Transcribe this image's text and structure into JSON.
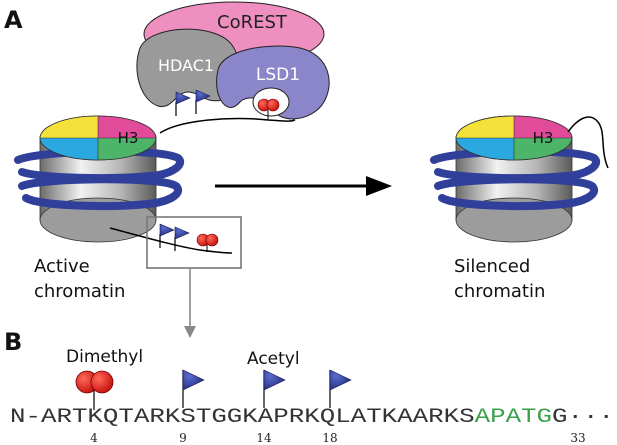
{
  "panel_a": {
    "label": "A",
    "complex": {
      "corest": "CoREST",
      "hdac1": "HDAC1",
      "lsd1": "LSD1"
    },
    "active": {
      "histone": "H3",
      "caption_line1": "Active",
      "caption_line2": "chromatin"
    },
    "silenced": {
      "histone": "H3",
      "caption_line1": "Silenced",
      "caption_line2": "chromatin"
    }
  },
  "panel_b": {
    "label": "B",
    "mark_dimethyl": "Dimethyl",
    "mark_acetyl": "Acetyl",
    "sequence": {
      "prefix": "N-",
      "residues_black": "ARTKQTARKSTGGKAPRKQLATKAARKS",
      "residues_green": "APATG",
      "suffix": "G···"
    },
    "positions": [
      "4",
      "9",
      "14",
      "18",
      "33"
    ]
  },
  "colors": {
    "corest": "#ef8fbf",
    "hdac1": "#9a9a9a",
    "lsd1": "#8a86c9",
    "flag": "#2f3f9a",
    "methyl": "#e0201c",
    "dna": "#2f3f9a",
    "green_seq": "#3aa14a",
    "slice_magenta": "#e24a9a",
    "slice_green": "#4db56a",
    "slice_cyan": "#2aa8e0",
    "slice_yellow": "#f4e23a"
  }
}
